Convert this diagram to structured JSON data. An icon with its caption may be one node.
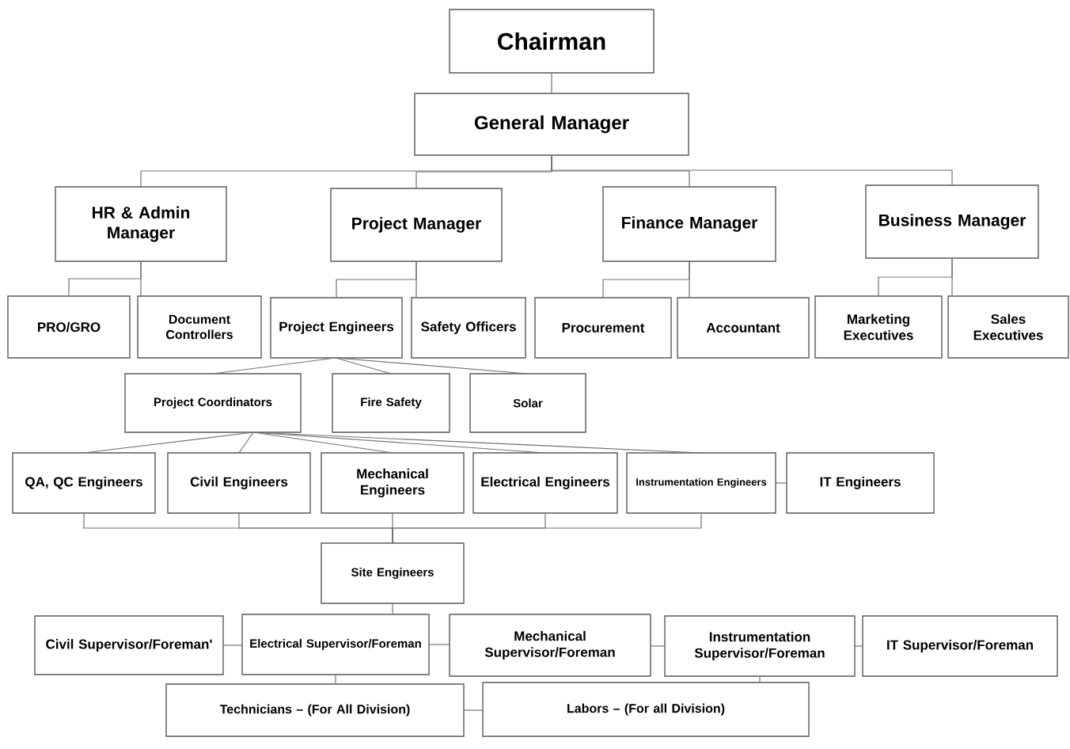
{
  "diagram": {
    "nodes": [
      {
        "text": [
          "Chairman"
        ]
      },
      {
        "text": [
          "General Manager"
        ]
      },
      {
        "text": [
          "HR & Admin Manager"
        ]
      },
      {
        "text": [
          "Project Manager"
        ]
      },
      {
        "text": [
          "Finance Manager"
        ]
      },
      {
        "text": [
          "Business Manager"
        ]
      },
      {
        "text": [
          "PRO/GRO"
        ]
      },
      {
        "text": [
          "Document Controllers"
        ]
      },
      {
        "text": [
          "Project Engineers"
        ]
      },
      {
        "text": [
          "Safety Officers"
        ]
      },
      {
        "text": [
          "Procurement"
        ]
      },
      {
        "text": [
          "Accountant"
        ]
      },
      {
        "text": [
          "Marketing Executives"
        ]
      },
      {
        "text": [
          "Sales Executives"
        ]
      },
      {
        "text": [
          "Project Coordinators"
        ]
      },
      {
        "text": [
          "Fire Safety"
        ]
      },
      {
        "text": [
          "Solar"
        ]
      },
      {
        "text": [
          "QA, QC Engineers"
        ]
      },
      {
        "text": [
          "Civil Engineers"
        ]
      },
      {
        "text": [
          "Mechanical Engineers"
        ]
      },
      {
        "text": [
          "Electrical Engineers"
        ]
      },
      {
        "text": [
          "Instrumentation Engineers"
        ]
      },
      {
        "text": [
          "IT Engineers"
        ]
      },
      {
        "text": [
          "Site Engineers"
        ]
      },
      {
        "text": [
          "Civil Supervisor/Foreman'"
        ]
      },
      {
        "text": [
          "Electrical Supervisor/Foreman"
        ]
      },
      {
        "text": [
          "Mechanical Supervisor/Foreman"
        ]
      },
      {
        "text": [
          "Instrumentation Supervisor/Foreman"
        ]
      },
      {
        "text": [
          "IT Supervisor/Foreman"
        ]
      },
      {
        "text": [
          "Technicians – (For All Division)"
        ]
      },
      {
        "text": [
          "Labors – (For all Division)"
        ]
      }
    ],
    "edges": [
      {
        "from": 0,
        "to": 1,
        "arrow": "none"
      },
      {
        "from": 1,
        "to": 2,
        "arrow": "none"
      },
      {
        "from": 1,
        "to": 3,
        "arrow": "none"
      },
      {
        "from": 1,
        "to": 4,
        "arrow": "none"
      },
      {
        "from": 1,
        "to": 5,
        "arrow": "none"
      },
      {
        "from": 2,
        "to": 6,
        "arrow": "none"
      },
      {
        "from": 2,
        "to": 7,
        "arrow": "none"
      },
      {
        "from": 3,
        "to": 8,
        "arrow": "none"
      },
      {
        "from": 3,
        "to": 9,
        "arrow": "none"
      },
      {
        "from": 4,
        "to": 10,
        "arrow": "none"
      },
      {
        "from": 4,
        "to": 11,
        "arrow": "none"
      },
      {
        "from": 5,
        "to": 12,
        "arrow": "none"
      },
      {
        "from": 5,
        "to": 13,
        "arrow": "none"
      },
      {
        "from": 8,
        "to": 14,
        "arrow": "none"
      },
      {
        "from": 8,
        "to": 15,
        "arrow": "none"
      },
      {
        "from": 8,
        "to": 16,
        "arrow": "none"
      },
      {
        "from": 14,
        "to": 17,
        "arrow": "none"
      },
      {
        "from": 14,
        "to": 18,
        "arrow": "none"
      },
      {
        "from": 14,
        "to": 19,
        "arrow": "none"
      },
      {
        "from": 14,
        "to": 20,
        "arrow": "none"
      },
      {
        "from": 14,
        "to": 21,
        "arrow": "none"
      },
      {
        "from": 21,
        "to": 22,
        "arrow": "none"
      },
      {
        "from": 17,
        "to": 23,
        "arrow": "none"
      },
      {
        "from": 18,
        "to": 23,
        "arrow": "none"
      },
      {
        "from": 19,
        "to": 23,
        "arrow": "none"
      },
      {
        "from": 20,
        "to": 23,
        "arrow": "none"
      },
      {
        "from": 21,
        "to": 23,
        "arrow": "none"
      },
      {
        "from": 23,
        "to": 25,
        "arrow": "none"
      },
      {
        "from": 24,
        "to": 25,
        "arrow": "none"
      },
      {
        "from": 25,
        "to": 26,
        "arrow": "none"
      },
      {
        "from": 26,
        "to": 27,
        "arrow": "none"
      },
      {
        "from": 27,
        "to": 28,
        "arrow": "none"
      },
      {
        "from": 25,
        "to": 29,
        "arrow": "none"
      },
      {
        "from": 27,
        "to": 30,
        "arrow": "none"
      },
      {
        "from": 29,
        "to": 30,
        "arrow": "none"
      }
    ]
  }
}
